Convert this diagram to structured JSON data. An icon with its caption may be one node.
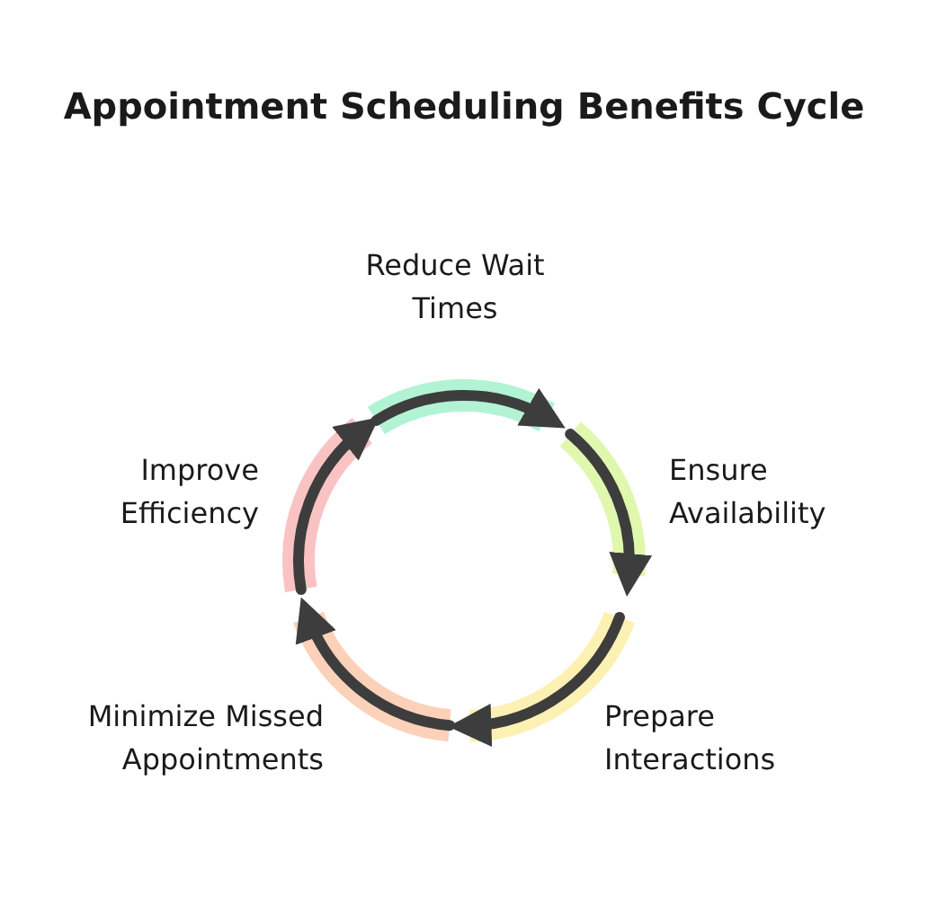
{
  "diagram": {
    "title": "Appointment Scheduling Benefits Cycle",
    "nodes": [
      {
        "text": [
          "Reduce Wait Times"
        ]
      },
      {
        "text": [
          "Ensure Availability"
        ]
      },
      {
        "text": [
          "Prepare Interactions"
        ]
      },
      {
        "text": [
          "Minimize Missed Appointments"
        ]
      },
      {
        "text": [
          "Improve Efficiency"
        ]
      }
    ]
  }
}
